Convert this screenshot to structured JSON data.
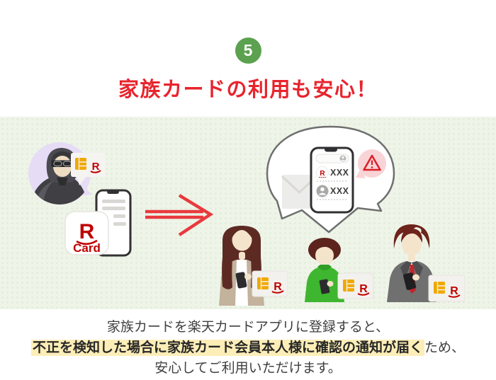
{
  "badge": {
    "number": "5"
  },
  "heading": "家族カードの利用も安心！",
  "illustration": {
    "logos": {
      "r": "R"
    },
    "app_icon": {
      "r": "R",
      "card": "Card"
    },
    "notification": {
      "row1": "XXX",
      "row2": "XXX"
    },
    "icons": [
      "thief-icon",
      "smartphone-icon",
      "double-arrow-icon",
      "speech-bubble-icon",
      "mail-icon",
      "warning-icon",
      "credit-card-icon"
    ]
  },
  "caption": {
    "line1": "家族カードを楽天カードアプリに登録すると、",
    "line2_highlight": "不正を検知した場合に家族カード会員本人様に確認の通知が届く",
    "line2_rest": "ため、",
    "line3": "安心してご利用いただけます。"
  },
  "colors": {
    "accent_red": "#e8242d",
    "badge_green": "#5ba150",
    "rakuten_crimson": "#bf0000",
    "highlight_yellow": "#fdeeb8",
    "illustration_bg": "#eef4e8",
    "bubble_border": "#6f6f6f",
    "warning_pink": "#f9d4d7"
  }
}
